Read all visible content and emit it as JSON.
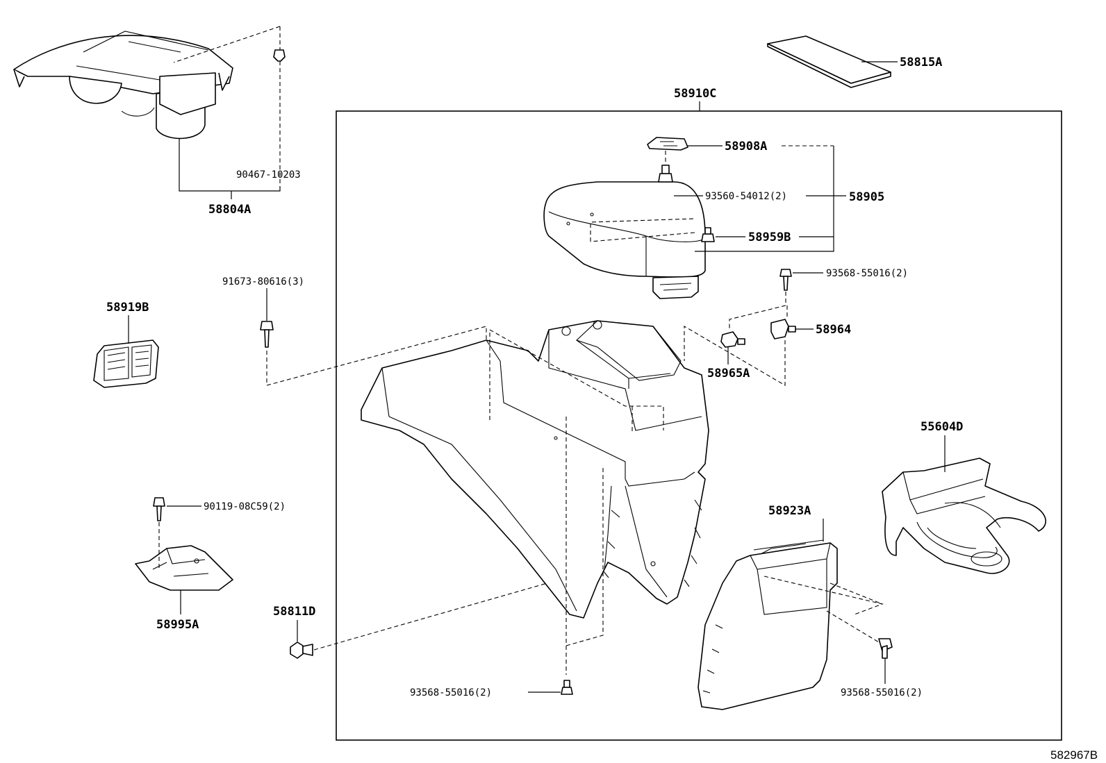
{
  "diagram": {
    "reference_code": "582967B",
    "labels": {
      "p58910C": "58910C",
      "p58815A": "58815A",
      "p58804A": "58804A",
      "p90467": "90467-10203",
      "p58908A": "58908A",
      "p93560": "93560-54012(2)",
      "p58905": "58905",
      "p58959B": "58959B",
      "p91673": "91673-80616(3)",
      "p93568_top": "93568-55016(2)",
      "p58919B": "58919B",
      "p58964": "58964",
      "p58965A": "58965A",
      "p55604D": "55604D",
      "p90119": "90119-08C59(2)",
      "p58923A": "58923A",
      "p58995A": "58995A",
      "p58811D": "58811D",
      "p93568_bottom": "93568-55016(2)",
      "p93568_right": "93568-55016(2)"
    }
  }
}
